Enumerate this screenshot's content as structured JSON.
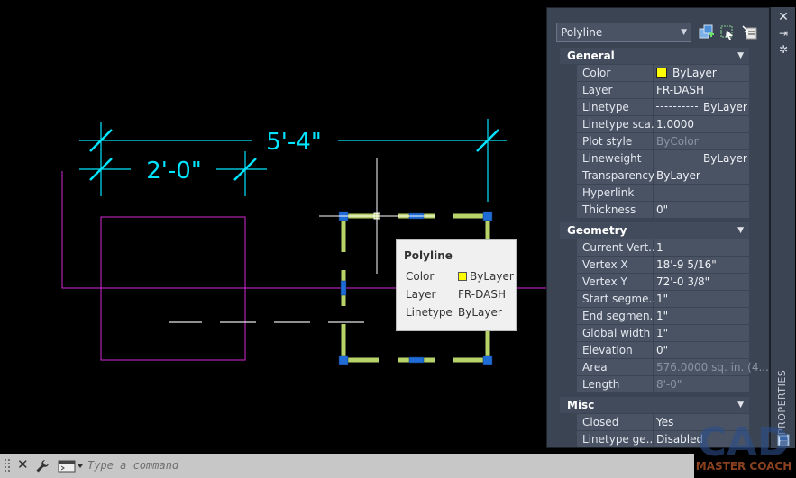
{
  "drawing": {
    "dim_overall": "5'-4\"",
    "dim_partial": "2'-0\"",
    "colors": {
      "dimension": "#00e5ff",
      "magenta": "#d429d4",
      "polyline": "#b9d36a",
      "grip": "#1f6cd6",
      "crosshair": "#ffffff"
    }
  },
  "palette": {
    "object_type": "Polyline",
    "side_title": "PROPERTIES",
    "sections": [
      {
        "title": "General",
        "rows": [
          {
            "key": "Color",
            "value": "ByLayer",
            "swatch": true
          },
          {
            "key": "Layer",
            "value": "FR-DASH"
          },
          {
            "key": "Linetype",
            "value": "ByLayer",
            "line_sample": "dashed"
          },
          {
            "key": "Linetype sca...",
            "value": "1.0000"
          },
          {
            "key": "Plot style",
            "value": "ByColor",
            "dim": true
          },
          {
            "key": "Lineweight",
            "value": "ByLayer",
            "line_sample": "solid"
          },
          {
            "key": "Transparency",
            "value": "ByLayer"
          },
          {
            "key": "Hyperlink",
            "value": ""
          },
          {
            "key": "Thickness",
            "value": "0\""
          }
        ]
      },
      {
        "title": "Geometry",
        "rows": [
          {
            "key": "Current Vert...",
            "value": "1"
          },
          {
            "key": "Vertex X",
            "value": "18'-9 5/16\""
          },
          {
            "key": "Vertex Y",
            "value": "72'-0 3/8\""
          },
          {
            "key": "Start segme...",
            "value": "1\""
          },
          {
            "key": "End segmen...",
            "value": "1\""
          },
          {
            "key": "Global width",
            "value": "1\""
          },
          {
            "key": "Elevation",
            "value": "0\""
          },
          {
            "key": "Area",
            "value": "576.0000 sq. in. (4...",
            "dim": true
          },
          {
            "key": "Length",
            "value": "8'-0\"",
            "dim": true
          }
        ]
      },
      {
        "title": "Misc",
        "rows": [
          {
            "key": "Closed",
            "value": "Yes"
          },
          {
            "key": "Linetype ge...",
            "value": "Disabled"
          }
        ]
      }
    ]
  },
  "tooltip": {
    "title": "Polyline",
    "rows": [
      {
        "key": "Color",
        "value": "ByLayer"
      },
      {
        "key": "Layer",
        "value": "FR-DASH"
      },
      {
        "key": "Linetype",
        "value": "ByLayer"
      }
    ]
  },
  "command": {
    "placeholder": "Type a command"
  },
  "watermark": {
    "big": "CAD",
    "small": "MASTER COACH"
  }
}
